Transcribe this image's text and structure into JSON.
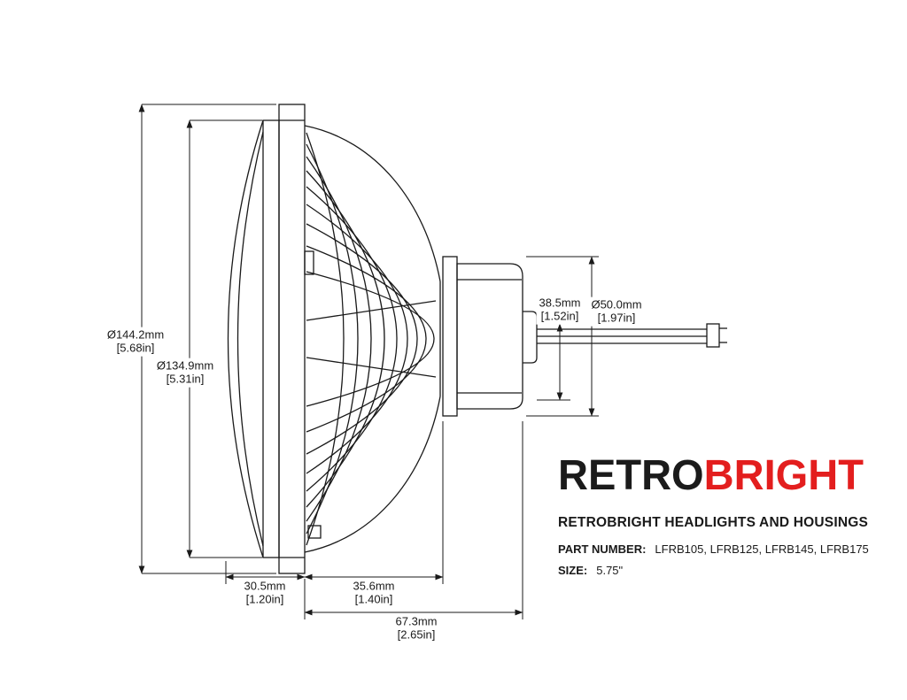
{
  "drawing": {
    "dimensions": {
      "outer_diameter": {
        "metric": "Ø144.2mm",
        "imperial": "[5.68in]"
      },
      "lens_diameter": {
        "metric": "Ø134.9mm",
        "imperial": "[5.31in]"
      },
      "rear_housing_depth": {
        "metric": "38.5mm",
        "imperial": "[1.52in]"
      },
      "connector_diameter": {
        "metric": "Ø50.0mm",
        "imperial": "[1.97in]"
      },
      "bezel_depth": {
        "metric": "30.5mm",
        "imperial": "[1.20in]"
      },
      "lens_depth": {
        "metric": "35.6mm",
        "imperial": "[1.40in]"
      },
      "total_depth": {
        "metric": "67.3mm",
        "imperial": "[2.65in]"
      }
    },
    "line_color": "#1a1a1a"
  },
  "branding": {
    "logo": {
      "retro": "RETRO",
      "bright": "BRIGHT",
      "black_hex": "#1b1b1b",
      "red_hex": "#e31e1e"
    },
    "product_title": "RETROBRIGHT HEADLIGHTS AND HOUSINGS",
    "part_number_label": "PART NUMBER:",
    "part_numbers": "LFRB105, LFRB125, LFRB145, LFRB175",
    "size_label": "SIZE:",
    "size_value": "5.75\""
  }
}
